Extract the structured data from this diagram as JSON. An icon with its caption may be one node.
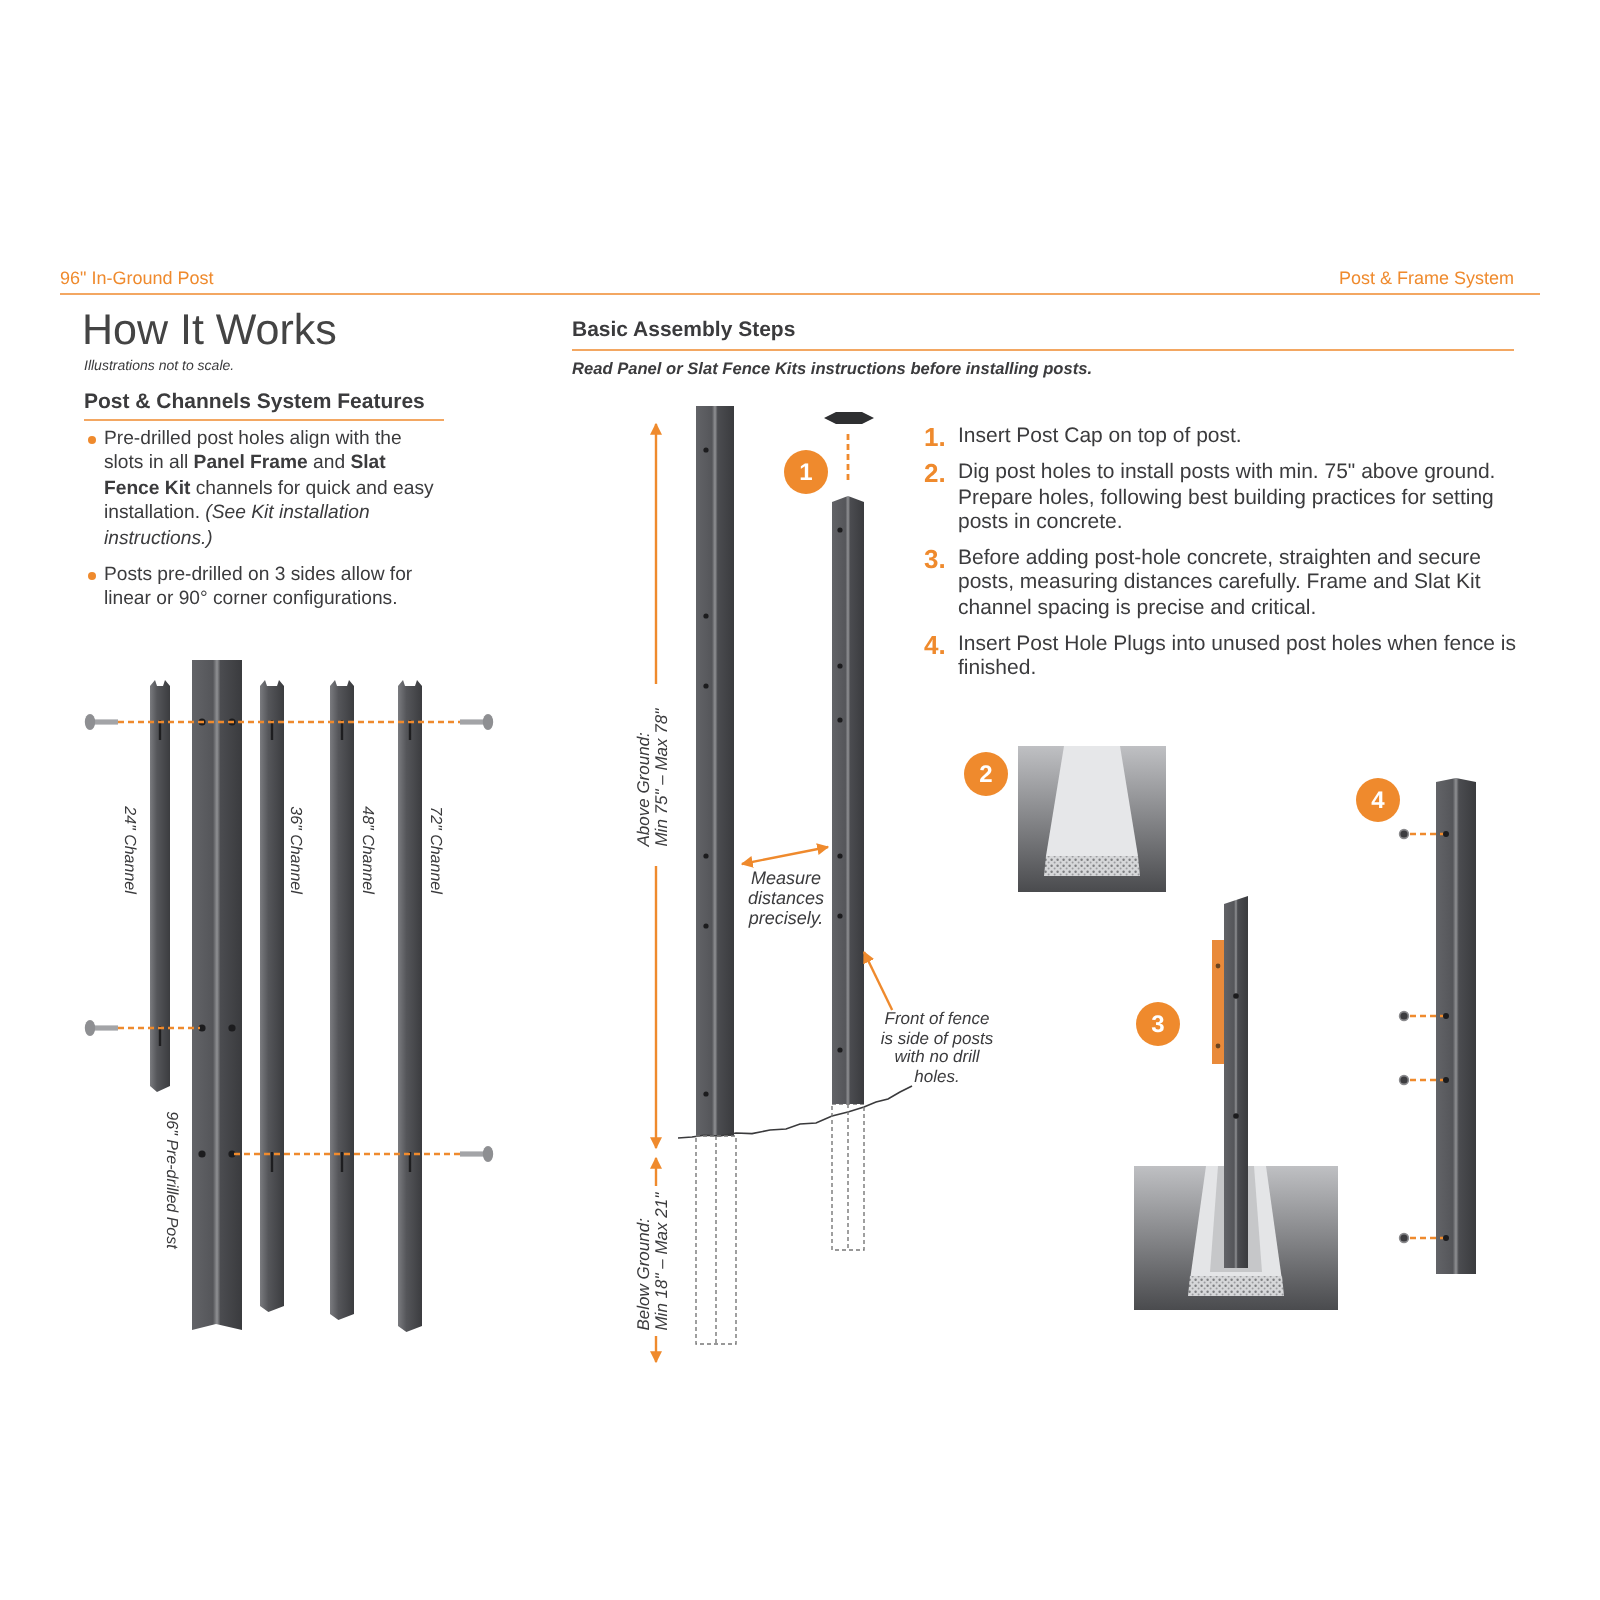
{
  "diagram": {
    "title": "How It Works",
    "nodes": [
      {
        "text": [
          "1"
        ]
      },
      {
        "text": [],
        "shape": "bar"
      },
      {
        "text": [
          "2"
        ]
      },
      {
        "text": [
          "4"
        ]
      },
      {
        "text": [
          "Front of fence is side of posts with no drill holes."
        ]
      },
      {
        "text": [
          "3"
        ]
      }
    ],
    "edges": [
      {
        "from": 4,
        "to": 1,
        "arrow": "to"
      }
    ],
    "labels": [
      "96\" In-Ground Post",
      "Post & Frame System",
      "Illustrations not to scale.",
      "Post & Channels System Features",
      "Pre-drilled post holes align with the slots in all **Panel Frame** and **Slat Fence Kit** channels for quick and easy installation. *(See Kit installation instructions.)*",
      "Posts pre-drilled on 3 sides allow for linear or 90° corner configurations.",
      "Basic Assembly Steps",
      "Read Panel or Slat Fence Kits instructions before installing posts.",
      "1.",
      "Insert Post Cap on top of post.",
      "2.",
      "Dig post holes to install posts with min. 75\" above ground. Prepare holes, following best building practices for setting posts in concrete.",
      "3.",
      "Before adding post-hole concrete, straighten and secure posts, measuring distances carefully. Frame and Slat Kit channel spacing is precise and critical.",
      "4.",
      "Insert Post Hole Plugs into unused post holes when fence is finished.",
      "24\" Channel",
      "36\" Channel",
      "48\" Channel",
      "72\" Channel",
      "96\" Pre-drilled Post",
      "Above Ground: Min 75\" – Max 78\"",
      "Measure distances precisely.",
      "Below Ground: Min 18\" – Max 21\""
    ]
  }
}
